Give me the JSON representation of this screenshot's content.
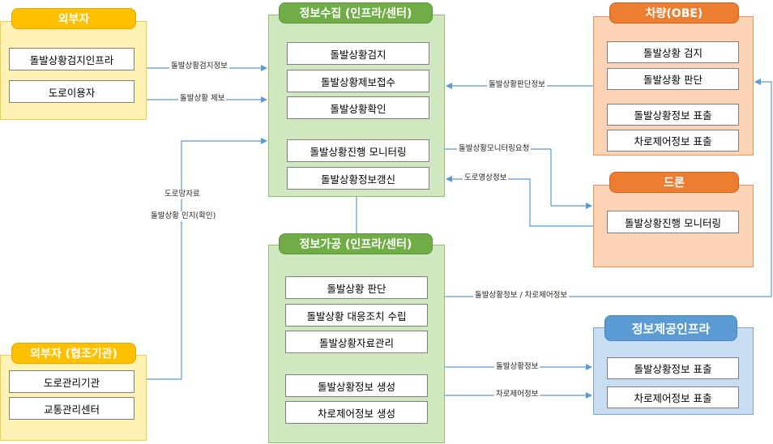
{
  "external": {
    "title": "외부자",
    "items": [
      "돌발상황검지인프라",
      "도로이용자"
    ]
  },
  "external_partner": {
    "title": "외부자 (협조기관)",
    "items": [
      "도로관리기관",
      "교통관리센터"
    ]
  },
  "collection": {
    "title": "정보수집 (인프라/센터)",
    "items": [
      "돌발상황검지",
      "돌발상황제보접수",
      "돌발상황확인",
      "돌발상황진행 모니터링",
      "돌발상황정보갱신"
    ]
  },
  "processing": {
    "title": "정보가공 (인프라/센터)",
    "items": [
      "돌발상황 판단",
      "돌발상황 대응조치 수립",
      "돌발상황자료관리",
      "돌발상황정보 생성",
      "차로제어정보 생성"
    ]
  },
  "vehicle": {
    "title": "차량(OBE)",
    "items": [
      "돌발상황 검지",
      "돌발상황 판단",
      "돌발상황정보 표출",
      "차로제어정보 표출"
    ]
  },
  "drone": {
    "title": "드론",
    "items": [
      "돌발상황진행 모니터링"
    ]
  },
  "provision": {
    "title": "정보제공인프라",
    "items": [
      "돌발상황정보 표출",
      "차로제어정보 표출"
    ]
  },
  "flows": {
    "detect_info": "돌발상황검지정보",
    "report": "돌발상황 제보",
    "judge_info": "돌발상황판단정보",
    "monitor_req": "돌발상황모니터링요청",
    "video": "도로영상정보",
    "road_data": "도로망자료",
    "recognition": "돌발상황 인지(확인)",
    "to_vehicle": "돌발상황정보 / 차로제어정보",
    "incident_info": "돌발상황정보",
    "lane_info": "차로제어정보"
  },
  "colors": {
    "external": "#ffc000",
    "collection": "#70ad47",
    "vehicle": "#ed7d31",
    "provision": "#5b9bd5",
    "arrow": "#5b9bd5"
  }
}
